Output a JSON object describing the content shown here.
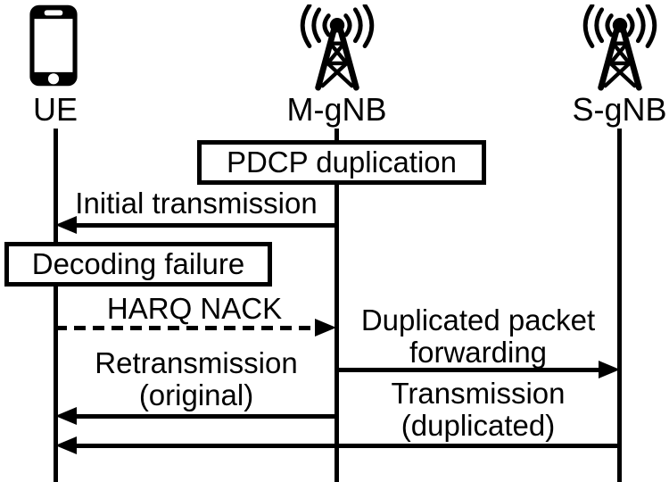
{
  "entities": [
    {
      "label": "UE",
      "icon": "smartphone-icon"
    },
    {
      "label": "M-gNB",
      "icon": "cell-tower-icon"
    },
    {
      "label": "S-gNB",
      "icon": "cell-tower-icon"
    }
  ],
  "process_boxes": [
    {
      "label": "PDCP duplication",
      "anchor": "M-gNB"
    },
    {
      "label": "Decoding failure",
      "anchor": "UE"
    }
  ],
  "messages": [
    {
      "label": "Initial transmission",
      "from": "M-gNB",
      "to": "UE",
      "line": "solid"
    },
    {
      "label": "HARQ NACK",
      "from": "UE",
      "to": "M-gNB",
      "line": "dashed"
    },
    {
      "label": "Duplicated packet forwarding",
      "from": "M-gNB",
      "to": "S-gNB",
      "line": "solid"
    },
    {
      "label": "Retransmission (original)",
      "from": "M-gNB",
      "to": "UE",
      "line": "solid"
    },
    {
      "label": "Transmission (duplicated)",
      "from": "S-gNB",
      "to": "UE",
      "line": "solid"
    }
  ],
  "colors": {
    "foreground": "#000000",
    "background": "#ffffff"
  }
}
